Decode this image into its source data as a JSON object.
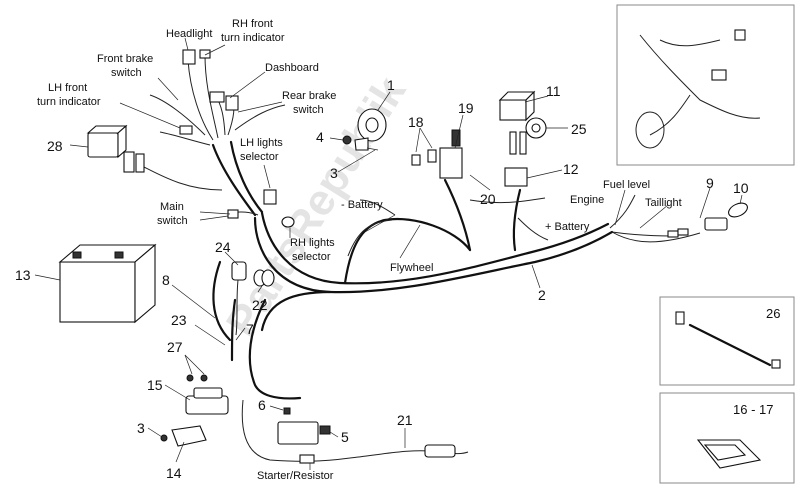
{
  "labels": {
    "headlight": "Headlight",
    "rh_front_turn_1": "RH front",
    "rh_front_turn_2": "turn indicator",
    "front_brake_1": "Front brake",
    "front_brake_2": "switch",
    "dashboard": "Dashboard",
    "lh_front_turn_1": "LH front",
    "lh_front_turn_2": "turn indicator",
    "rear_brake_1": "Rear brake",
    "rear_brake_2": "switch",
    "lh_lights_1": "LH lights",
    "lh_lights_2": "selector",
    "minus_battery": "- Battery",
    "engine": "Engine",
    "fuel_level": "Fuel level",
    "taillight": "Taillight",
    "plus_battery": "+ Battery",
    "main_switch_1": "Main",
    "main_switch_2": "switch",
    "rh_lights_1": "RH lights",
    "rh_lights_2": "selector",
    "flywheel": "Flywheel",
    "starter_resistor": "Starter/Resistor"
  },
  "numbers": {
    "n1": "1",
    "n2": "2",
    "n3a": "3",
    "n3b": "3",
    "n4": "4",
    "n5": "5",
    "n6": "6",
    "n7": "7",
    "n8": "8",
    "n9": "9",
    "n10": "10",
    "n11": "11",
    "n12": "12",
    "n13": "13",
    "n14": "14",
    "n15": "15",
    "n18": "18",
    "n19": "19",
    "n20": "20",
    "n21": "21",
    "n22": "22",
    "n23": "23",
    "n24": "24",
    "n25": "25",
    "n27": "27",
    "n28": "28",
    "n26": "26",
    "n16_17": "16 - 17"
  },
  "watermark": "PartsRepublik"
}
